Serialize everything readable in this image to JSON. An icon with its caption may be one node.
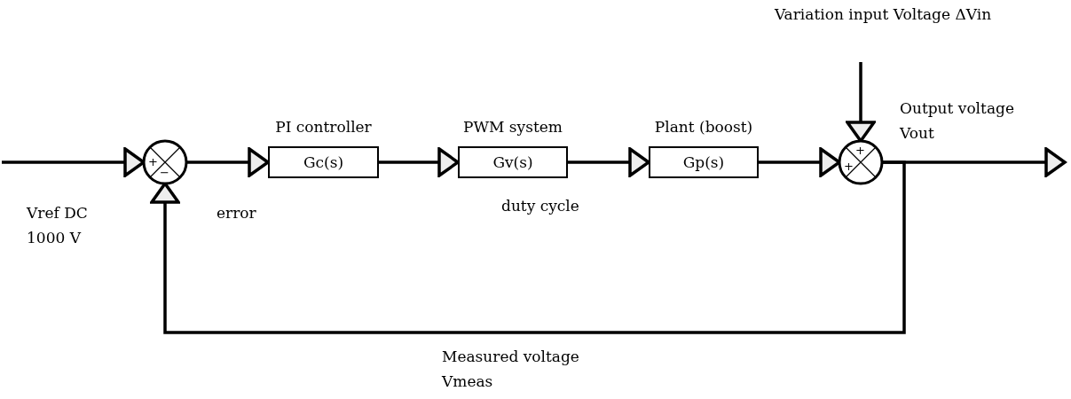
{
  "diagram": {
    "nodes": [
      {
        "text": [
          "+",
          "−"
        ]
      },
      {
        "text": [
          "Gc(s)"
        ],
        "beside": [
          "PI controller"
        ]
      },
      {
        "text": [
          "Gv(s)"
        ],
        "beside": [
          "PWM system"
        ]
      },
      {
        "text": [
          "Gp(s)"
        ],
        "beside": [
          "Plant (boost)"
        ]
      },
      {
        "text": [
          "+",
          "+"
        ]
      }
    ],
    "edges": [
      {
        "from": null,
        "to": 0,
        "arrow": "to",
        "label": "Vref DC 1000 V"
      },
      {
        "from": 0,
        "to": 1,
        "arrow": "to",
        "label": "error"
      },
      {
        "from": 1,
        "to": 2,
        "arrow": "to"
      },
      {
        "from": 2,
        "to": 3,
        "arrow": "to",
        "label": "duty cycle"
      },
      {
        "from": 3,
        "to": 4,
        "arrow": "to"
      },
      {
        "from": null,
        "to": 4,
        "arrow": "to",
        "label": "Variation input Voltage ΔVin"
      },
      {
        "from": 4,
        "to": null,
        "arrow": "to",
        "label": "Output voltage Vout"
      },
      {
        "from": 4,
        "to": 0,
        "arrow": "to",
        "label": "Measured voltage Vmeas"
      }
    ]
  }
}
